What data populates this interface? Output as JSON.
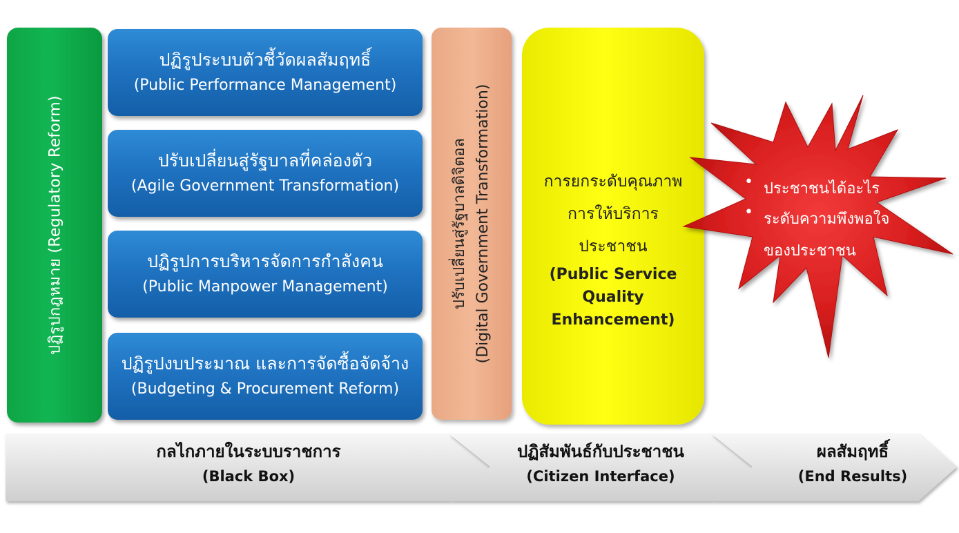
{
  "regulatory": {
    "text": "ปฏิรูปกฎหมาย (Regulatory Reform)"
  },
  "reforms": [
    {
      "th": "ปฏิรูประบบตัวชี้วัดผลสัมฤทธิ์",
      "en": "(Public Performance Management)"
    },
    {
      "th": "ปรับเปลี่ยนสู่รัฐบาลที่คล่องตัว",
      "en": "(Agile Government Transformation)"
    },
    {
      "th": "ปฏิรูปการบริหารจัดการกำลังคน",
      "en": "(Public Manpower Management)"
    },
    {
      "th": "ปฏิรูปงบประมาณ และการจัดซื้อจัดจ้าง",
      "en": "(Budgeting & Procurement Reform)"
    }
  ],
  "digital": {
    "th": "ปรับเปลี่ยนสู่รัฐบาลดิจิตอล",
    "en": "(Digital Government Transformation)"
  },
  "quality": {
    "th_lines": [
      "การยกระดับคุณภาพ",
      "การให้บริการ",
      "ประชาชน"
    ],
    "en_lines": [
      "(Public Service",
      "Quality",
      "Enhancement)"
    ]
  },
  "results": {
    "bullets": [
      "ประชาชนได้อะไร",
      "ระดับความพึงพอใจ"
    ],
    "continuation": "ของประชาชน"
  },
  "stages": [
    {
      "th": "กลไกภายในระบบราชการ",
      "en": "(Black Box)"
    },
    {
      "th": "ปฏิสัมพันธ์กับประชาชน",
      "en": "(Citizen Interface)"
    },
    {
      "th": "ผลสัมฤทธิ์",
      "en": "(End Results)"
    }
  ],
  "colors": {
    "regulatory": "#12b553",
    "reforms": "#1f73c1",
    "digital": "#f2b896",
    "quality": "#ffff14",
    "results_star": "#d81e1e",
    "arrows": "#e6e6e6"
  }
}
